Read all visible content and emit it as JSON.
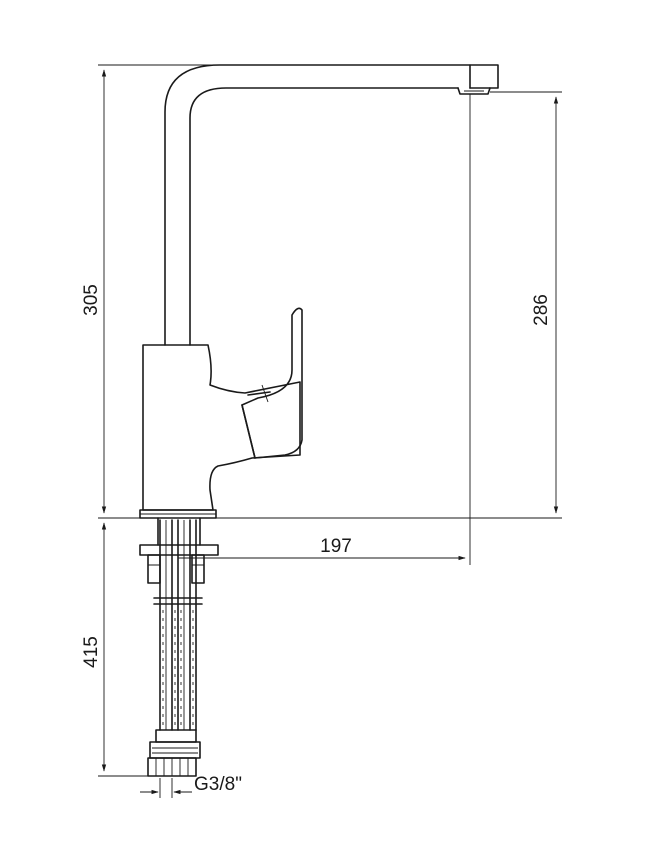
{
  "drawing": {
    "subject": "single-lever kitchen mixer tap",
    "dimensions": {
      "total_height": "305",
      "spout_outlet_height": "286",
      "spout_reach": "197",
      "hose_length": "415",
      "connection_thread": "G3/8\""
    }
  }
}
